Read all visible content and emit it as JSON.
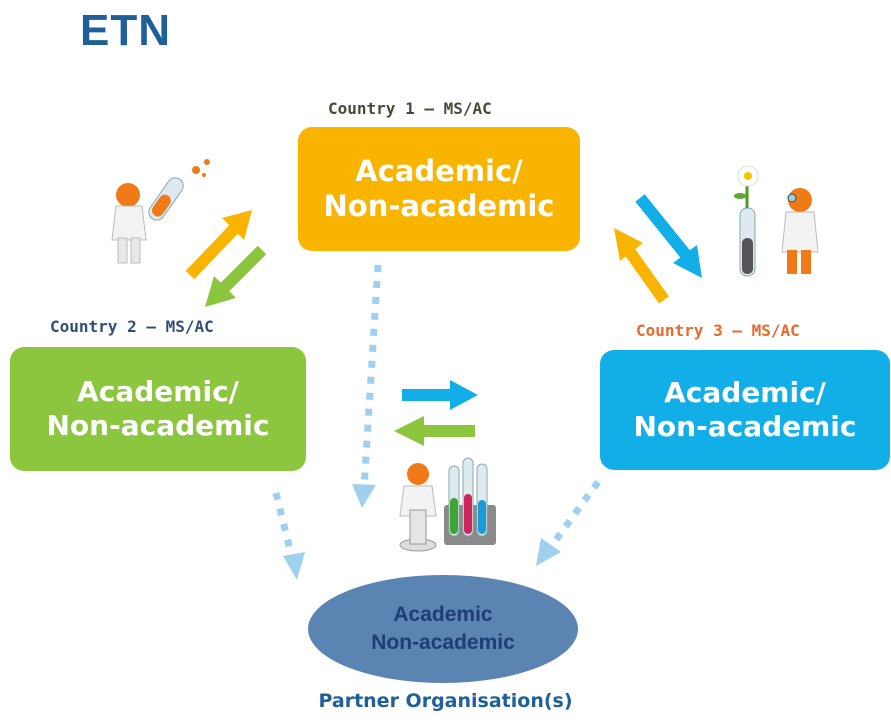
{
  "title": "ETN",
  "country1": {
    "label": "Country 1 – MS/AC",
    "line1": "Academic/",
    "line2": "Non-academic",
    "color": "#f9b400",
    "label_color": "#4a4a3a"
  },
  "country2": {
    "label": "Country 2 – MS/AC",
    "line1": "Academic/",
    "line2": "Non-academic",
    "color": "#8cc63f",
    "label_color": "#2f4f7a"
  },
  "country3": {
    "label": "Country 3 – MS/AC",
    "line1": "Academic/",
    "line2": "Non-academic",
    "color": "#12aee8",
    "label_color": "#e8692c"
  },
  "partner": {
    "line1": "Academic",
    "line2": "Non-academic",
    "caption": "Partner Organisation(s)"
  },
  "arrow_colors": {
    "yellow": "#f9b400",
    "green": "#8cc63f",
    "blue": "#12aee8",
    "dotted": "#9fd0ef"
  },
  "icons": [
    "scientist-test-tube-icon",
    "scientist-plant-icon",
    "scientist-lab-icon"
  ]
}
